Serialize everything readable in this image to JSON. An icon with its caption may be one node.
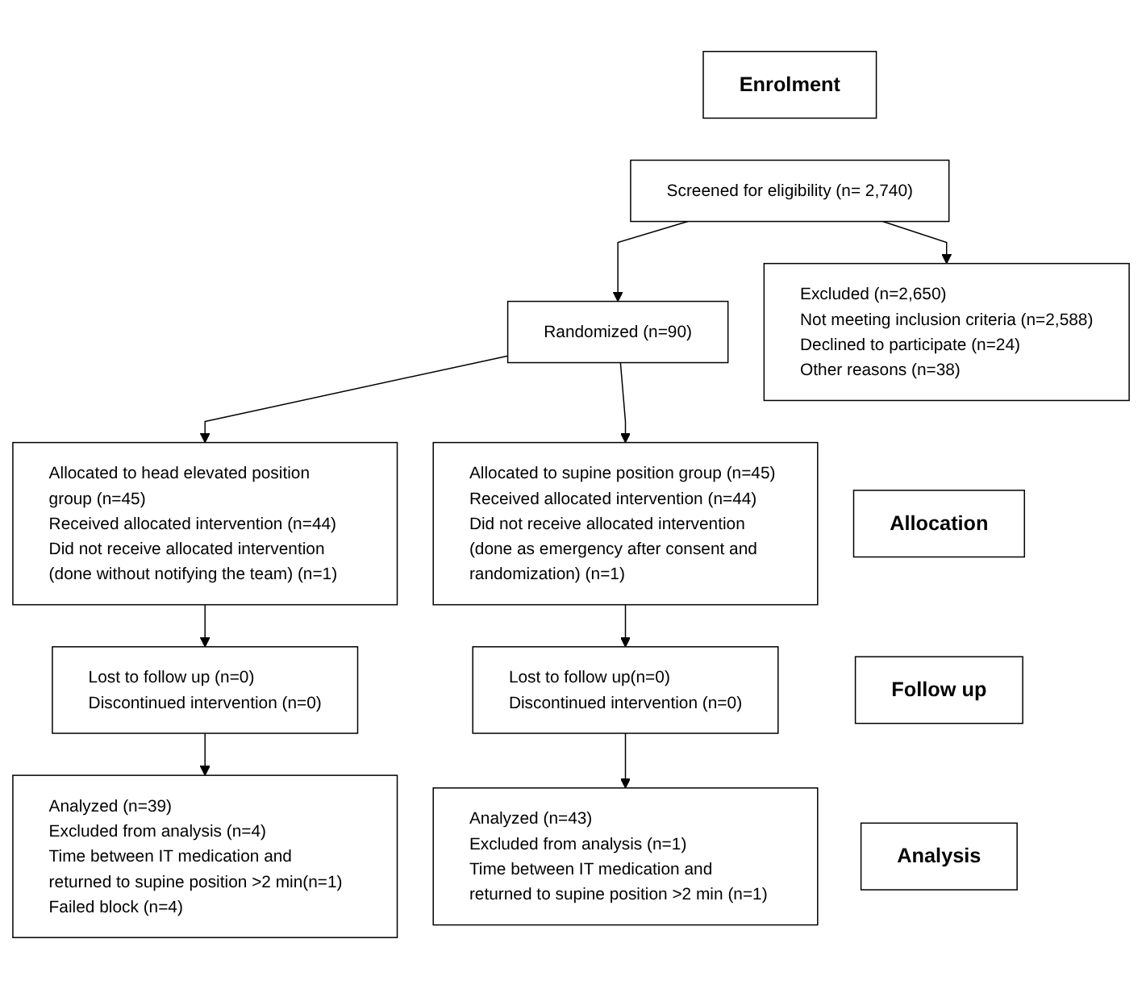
{
  "diagram": {
    "nodes": [
      {
        "text": [
          "Enrolment"
        ]
      },
      {
        "text": [
          "Screened for eligibility (n= 2,740)"
        ]
      },
      {
        "text": [
          "Excluded (n=2,650)",
          "Not meeting inclusion criteria (n=2,588)",
          "Declined to participate (n=24)",
          "Other reasons (n=38)"
        ]
      },
      {
        "text": [
          "Randomized (n=90)"
        ]
      },
      {
        "text": [
          "Allocated to head elevated position group (n=45)",
          "Received allocated intervention (n=44)",
          "Did not receive allocated intervention (done without notifying the team) (n=1)"
        ]
      },
      {
        "text": [
          "Allocation"
        ]
      },
      {
        "text": [
          "Allocated to supine position group (n=45)",
          "Received allocated intervention (n=44)",
          "Did not receive allocated intervention (done as emergency after consent and randomization) (n=1)"
        ]
      },
      {
        "text": [
          "Lost to follow up (n=0)",
          "Discontinued intervention (n=0)"
        ]
      },
      {
        "text": [
          "Follow up"
        ]
      },
      {
        "text": [
          "Lost to follow up(n=0)",
          "Discontinued intervention (n=0)"
        ]
      },
      {
        "text": [
          "Analyzed (n=39)",
          "Excluded from analysis (n=4)",
          "Time between IT medication and returned to supine position >2 min(n=1)",
          "Failed block (n=4)"
        ]
      },
      {
        "text": [
          "Analysis"
        ]
      },
      {
        "text": [
          "Analyzed (n=43)",
          "Excluded from analysis (n=1)",
          "Time between IT medication and returned to supine position >2 min (n=1)"
        ]
      }
    ],
    "edges": [
      {
        "from": 1,
        "to": 2,
        "arrow": "to"
      },
      {
        "from": 1,
        "to": 3,
        "arrow": "to"
      },
      {
        "from": 3,
        "to": 4,
        "arrow": "to"
      },
      {
        "from": 3,
        "to": 6,
        "arrow": "to"
      },
      {
        "from": 4,
        "to": 7,
        "arrow": "to"
      },
      {
        "from": 6,
        "to": 9,
        "arrow": "to"
      },
      {
        "from": 7,
        "to": 10,
        "arrow": "to"
      },
      {
        "from": 9,
        "to": 12,
        "arrow": "to"
      }
    ]
  }
}
